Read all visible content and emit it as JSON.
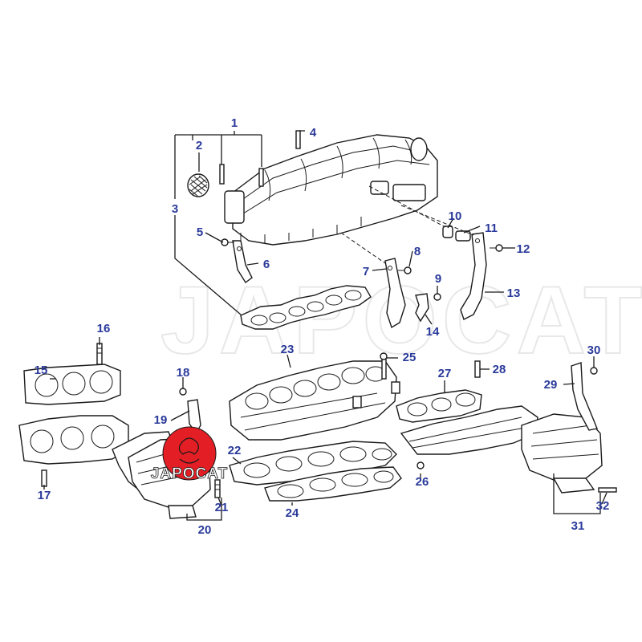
{
  "diagram": {
    "watermark_text": "JAPOCAT",
    "logo_text": "JAPOCAT",
    "label_color": "#2a3a9a",
    "logo_color": "#e31e24",
    "callouts": {
      "c1": "1",
      "c2": "2",
      "c3": "3",
      "c4": "4",
      "c5": "5",
      "c6": "6",
      "c7": "7",
      "c8": "8",
      "c9": "9",
      "c10": "10",
      "c11": "11",
      "c12": "12",
      "c13": "13",
      "c14": "14",
      "c15": "15",
      "c16": "16",
      "c17": "17",
      "c18": "18",
      "c19": "19",
      "c20": "20",
      "c21": "21",
      "c22": "22",
      "c23": "23",
      "c24": "24",
      "c25": "25",
      "c26": "26",
      "c27": "27",
      "c28": "28",
      "c29": "29",
      "c30": "30",
      "c31": "31",
      "c32": "32"
    }
  }
}
